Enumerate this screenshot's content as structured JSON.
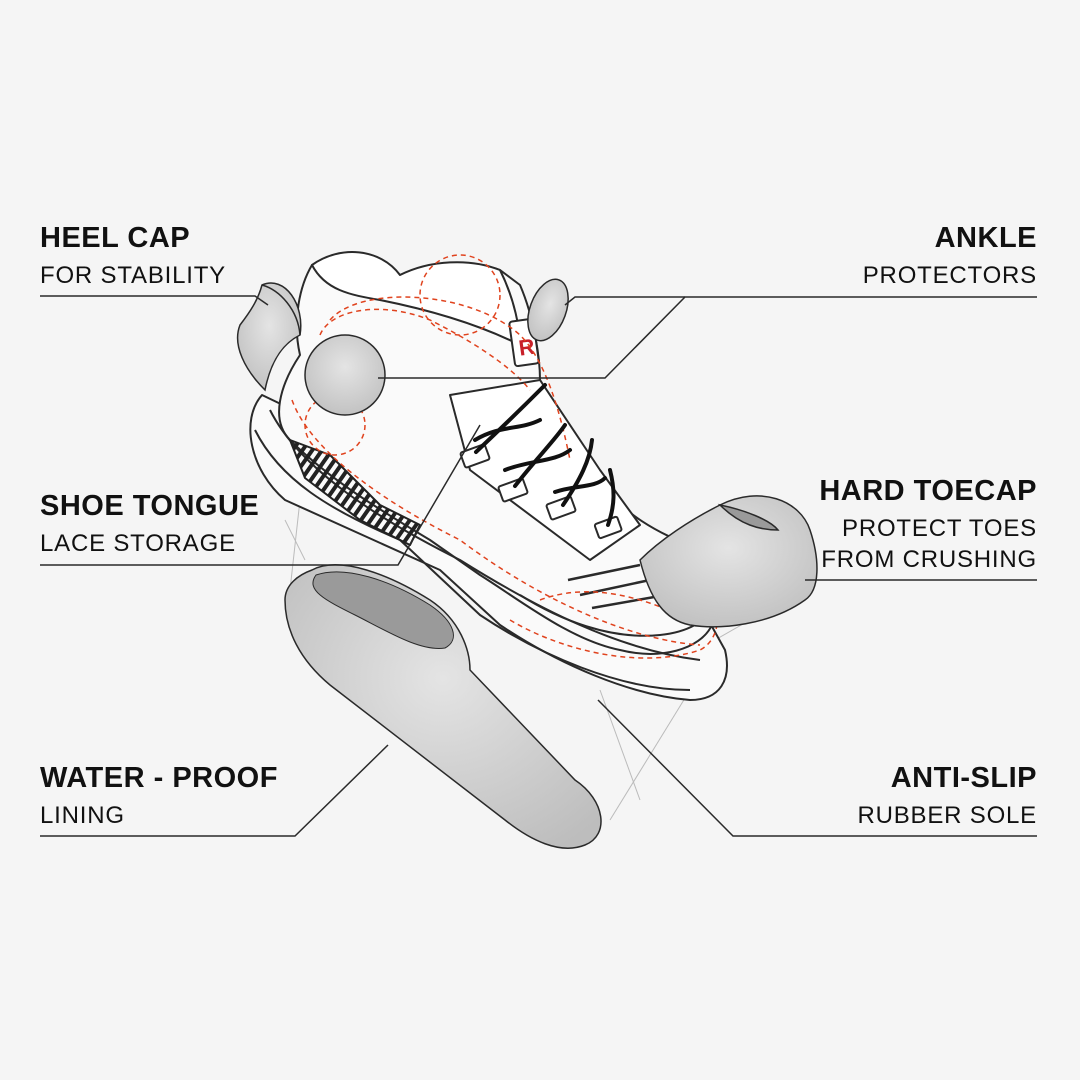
{
  "callouts": {
    "heel_cap": {
      "title": "HEEL CAP",
      "lines": [
        "FOR STABILITY"
      ]
    },
    "ankle": {
      "title": "ANKLE",
      "lines": [
        "PROTECTORS"
      ]
    },
    "tongue": {
      "title": "SHOE TONGUE",
      "lines": [
        "LACE STORAGE"
      ]
    },
    "toecap": {
      "title": "HARD TOECAP",
      "lines": [
        "PROTECT TOES",
        "FROM CRUSHING"
      ]
    },
    "lining": {
      "title": "WATER - PROOF",
      "lines": [
        "LINING"
      ]
    },
    "sole": {
      "title": "ANTI-SLIP",
      "lines": [
        "RUBBER SOLE"
      ]
    }
  },
  "brand_mark": "R",
  "colors": {
    "background": "#f5f5f5",
    "text": "#111111",
    "outline": "#2a2a2a",
    "accent_dashes": "#e0431e",
    "brand_red": "#c8202a",
    "component_grey": "#c9c9c9",
    "component_dark": "#9a9a9a"
  }
}
